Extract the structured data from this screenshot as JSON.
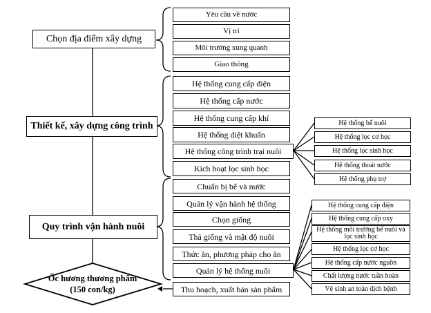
{
  "nodes": {
    "site": "Chọn địa điểm xây dựng",
    "design": "Thiết kế, xây dựng công trình",
    "operation": "Quy trình vận hành nuôi",
    "product": "Ốc hương thương phẩm (150 con/kg)"
  },
  "site_items": [
    "Yêu cầu về nước",
    "Vị trí",
    "Môi trường xung quanh",
    "Giao thông"
  ],
  "design_items": [
    "Hệ thống cung cấp điện",
    "Hệ thống cấp nước",
    "Hệ thống cung cấp khí",
    "Hệ thống diệt khuẩn",
    "Hệ thống công trình trại nuôi",
    "Kích hoạt lọc sinh học"
  ],
  "farm_items": [
    "Hệ thống bể nuôi",
    "Hệ thống lọc cơ học",
    "Hệ thống lọc sinh học",
    "Hệ thống thoát nước",
    "Hệ thống phụ trợ"
  ],
  "operation_items": [
    "Chuẩn bị bể và nước",
    "Quản lý vận hành hệ thống",
    "Chọn giống",
    "Thả giống và mật độ nuôi",
    "Thức ăn, phương pháp cho ăn",
    "Quản lý hệ thống nuôi"
  ],
  "manage_items": [
    "Hệ thống cung cấp điện",
    "Hệ thống cung cấp oxy",
    "Hệ thống môi trường bể nuôi và lọc sinh học",
    "Hệ thống lọc cơ học",
    "Hệ thống cấp nước nguồn",
    "Chất lượng nước tuần hoàn",
    "Vệ sinh an toàn dịch bệnh"
  ],
  "harvest": "Thu hoạch, xuất bán sản phẩm"
}
